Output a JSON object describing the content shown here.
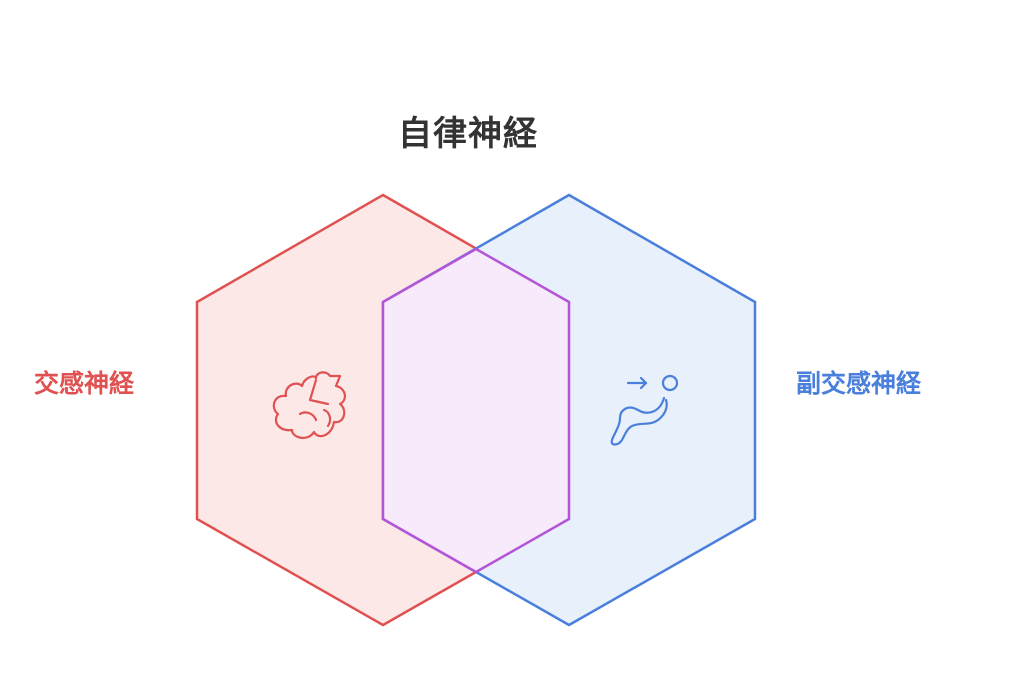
{
  "title": "自律神経",
  "sets": {
    "left": {
      "label": "交感神経",
      "icon": "brain-icon",
      "stroke": "#e05252",
      "fill": "#fde8e8"
    },
    "right": {
      "label": "副交感神経",
      "icon": "relaxing-person-icon",
      "stroke": "#4a7fdb",
      "fill": "#e8f0fc"
    },
    "overlap": {
      "stroke": "#b455d8",
      "fill": "#f6eafb"
    }
  }
}
